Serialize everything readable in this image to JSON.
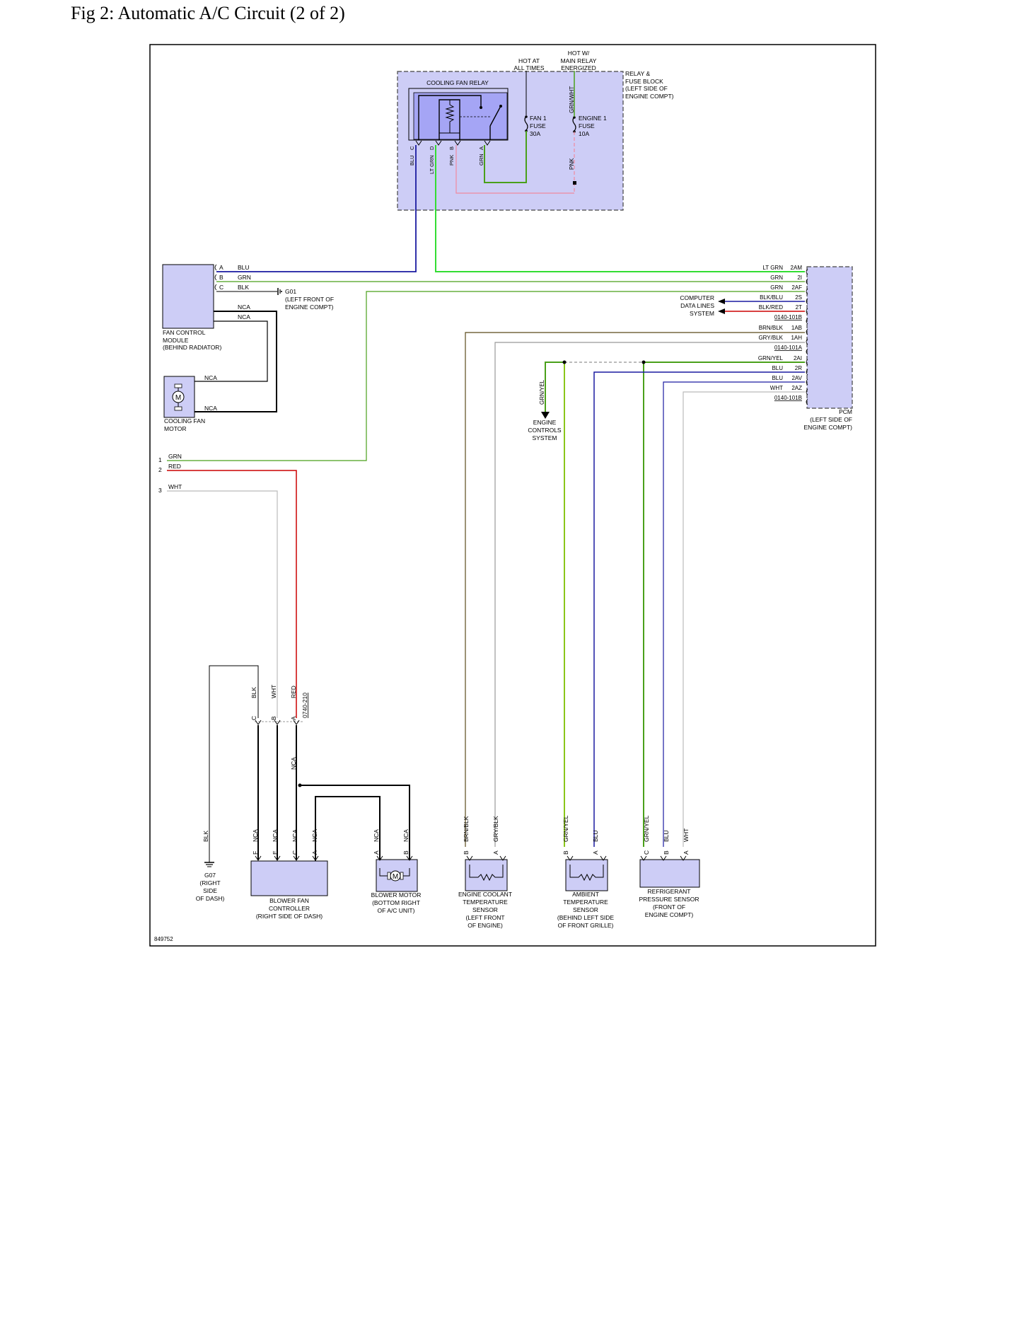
{
  "page": {
    "title": "Fig 2: Automatic A/C Circuit (2 of 2)"
  },
  "diagram": {
    "figure_id": "849752"
  },
  "relay_block": {
    "name_lines": [
      "RELAY &",
      "FUSE BLOCK",
      "(LEFT SIDE OF",
      "ENGINE COMPT)"
    ],
    "hot_at_all_times": [
      "HOT AT",
      "ALL TIMES"
    ],
    "hot_main_relay": [
      "HOT W/",
      "MAIN RELAY",
      "ENERGIZED"
    ],
    "relay_name": "COOLING FAN RELAY",
    "fan_fuse": [
      "FAN 1",
      "FUSE",
      "30A"
    ],
    "engine_fuse": [
      "ENGINE 1",
      "FUSE",
      "10A"
    ],
    "feed_wire": "GRN/WHT",
    "fuse_out_wire": "PNK",
    "relay_pins": [
      {
        "pin": "C",
        "wire": "BLU"
      },
      {
        "pin": "D",
        "wire": "LT GRN"
      },
      {
        "pin": "B",
        "wire": "PNK"
      },
      {
        "pin": "A",
        "wire": "GRN"
      }
    ]
  },
  "fan_module": {
    "name_lines": [
      "FAN CONTROL",
      "MODULE",
      "(BEHIND RADIATOR)"
    ],
    "pins": [
      {
        "pin": "A",
        "wire": "BLU"
      },
      {
        "pin": "B",
        "wire": "GRN"
      },
      {
        "pin": "C",
        "wire": "BLK"
      }
    ],
    "nca_label": "NCA"
  },
  "ground_g01": {
    "lines": [
      "G01",
      "(LEFT FRONT OF",
      "ENGINE COMPT)"
    ]
  },
  "cooling_fan_motor": {
    "name_lines": [
      "COOLING FAN",
      "MOTOR"
    ],
    "symbol": "M"
  },
  "pcm": {
    "name_lines": [
      "PCM",
      "(LEFT SIDE OF",
      "ENGINE COMPT)"
    ],
    "pins": [
      {
        "wire": "LT GRN",
        "pin": "2AM"
      },
      {
        "wire": "GRN",
        "pin": "2I"
      },
      {
        "wire": "GRN",
        "pin": "2AF"
      },
      {
        "wire": "BLK/BLU",
        "pin": "2S"
      },
      {
        "wire": "BLK/RED",
        "pin": "2T"
      },
      {
        "wire": "",
        "pin": "0140-101B"
      },
      {
        "wire": "BRN/BLK",
        "pin": "1AB"
      },
      {
        "wire": "GRY/BLK",
        "pin": "1AH"
      },
      {
        "wire": "",
        "pin": "0140-101A"
      },
      {
        "wire": "GRN/YEL",
        "pin": "2AI"
      },
      {
        "wire": "BLU",
        "pin": "2R"
      },
      {
        "wire": "BLU",
        "pin": "2AV"
      },
      {
        "wire": "WHT",
        "pin": "2AZ"
      },
      {
        "wire": "",
        "pin": "0140-101B"
      }
    ]
  },
  "computer_data_lines": [
    "COMPUTER",
    "DATA LINES",
    "SYSTEM"
  ],
  "engine_controls": {
    "wire": "GRN/YEL",
    "lines": [
      "ENGINE",
      "CONTROLS",
      "SYSTEM"
    ]
  },
  "left_connector": [
    {
      "num": "1",
      "wire": "GRN"
    },
    {
      "num": "2",
      "wire": "RED"
    },
    {
      "num": "3",
      "wire": "WHT"
    }
  ],
  "mid_connector": {
    "id": "0740-210",
    "pins": [
      {
        "pin": "C",
        "wire": "BLK"
      },
      {
        "pin": "B",
        "wire": "WHT"
      },
      {
        "pin": "A",
        "wire": "RED"
      }
    ],
    "nca_label": "NCA"
  },
  "ground_g07": {
    "wire": "BLK",
    "lines": [
      "G07",
      "(RIGHT",
      "SIDE",
      "OF DASH)"
    ]
  },
  "blower_fan_controller": {
    "name_lines": [
      "BLOWER FAN",
      "CONTROLLER",
      "(RIGHT SIDE OF DASH)"
    ],
    "pins": [
      {
        "pin": "F",
        "wire": "NCA"
      },
      {
        "pin": "E",
        "wire": "NCA"
      },
      {
        "pin": "C",
        "wire": "NCA"
      },
      {
        "pin": "A",
        "wire": "NCA"
      }
    ]
  },
  "blower_motor": {
    "name_lines": [
      "BLOWER MOTOR",
      "(BOTTOM RIGHT",
      "OF A/C UNIT)"
    ],
    "symbol": "M",
    "pins": [
      {
        "pin": "A",
        "wire": "NCA"
      },
      {
        "pin": "B",
        "wire": "NCA"
      }
    ]
  },
  "ect_sensor": {
    "name_lines": [
      "ENGINE COOLANT",
      "TEMPERATURE",
      "SENSOR",
      "(LEFT FRONT",
      "OF ENGINE)"
    ],
    "pins": [
      {
        "pin": "B",
        "wire": "BRN/BLK"
      },
      {
        "pin": "A",
        "wire": "GRY/BLK"
      }
    ]
  },
  "ambient_sensor": {
    "name_lines": [
      "AMBIENT",
      "TEMPERATURE",
      "SENSOR",
      "(BEHIND LEFT SIDE",
      "OF FRONT GRILLE)"
    ],
    "pins": [
      {
        "pin": "B",
        "wire": "GRN/YEL"
      },
      {
        "pin": "A",
        "wire": "BLU"
      }
    ]
  },
  "refrigerant_sensor": {
    "name_lines": [
      "REFRIGERANT",
      "PRESSURE SENSOR",
      "(FRONT OF",
      "ENGINE COMPT)"
    ],
    "pins": [
      {
        "pin": "C",
        "wire": "GRN/YEL"
      },
      {
        "pin": "B",
        "wire": "BLU"
      },
      {
        "pin": "A",
        "wire": "WHT"
      }
    ]
  },
  "colors": {
    "component_fill": "#cdcdf6",
    "relay_fill": "#a5a5f5",
    "blu": "#1a1aa0",
    "lt_grn": "#33dd33",
    "grn": "#4aa01a",
    "pnk": "#f08aa0",
    "red": "#cc0000",
    "gry": "#999999",
    "brn": "#5a4a1a",
    "grn_yel": "#7dc000",
    "wht": "#bbbbbb"
  }
}
